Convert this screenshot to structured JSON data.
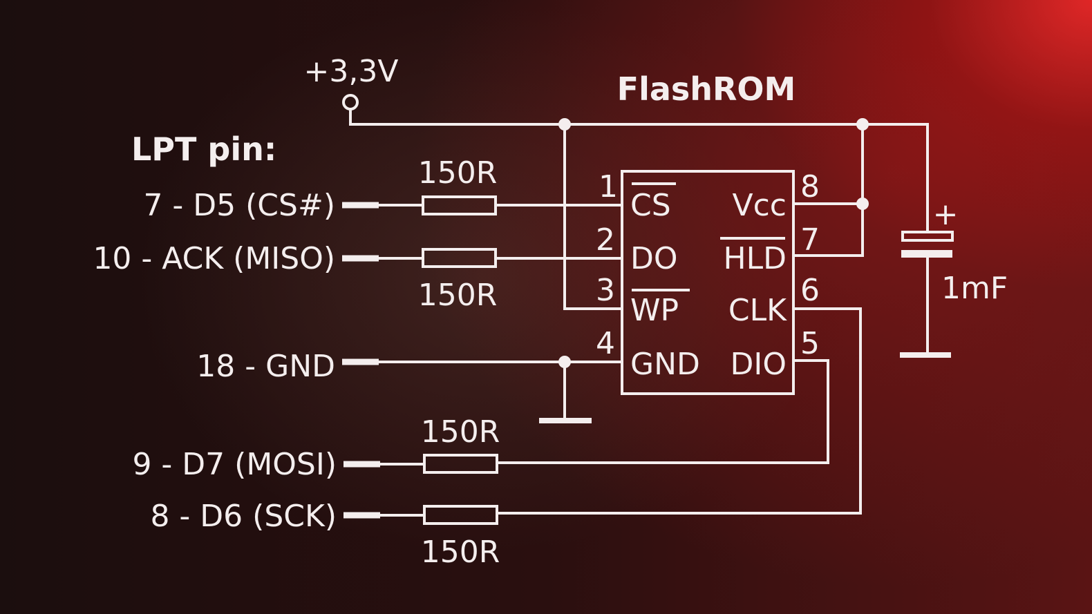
{
  "title": "FlashROM",
  "supply_label": "+3,3V",
  "lpt_header": "LPT pin:",
  "lpt_pins": {
    "cs": "7 - D5 (CS#)",
    "miso": "10 - ACK (MISO)",
    "gnd": "18 - GND",
    "mosi": "9 - D7 (MOSI)",
    "sck": "8 - D6 (SCK)"
  },
  "resistors": [
    "150R",
    "150R",
    "150R",
    "150R"
  ],
  "chip": {
    "pin_numbers": [
      "1",
      "2",
      "3",
      "4",
      "5",
      "6",
      "7",
      "8"
    ],
    "pin_names": {
      "cs": "CS",
      "do": "DO",
      "wp": "WP",
      "gnd": "GND",
      "dio": "DIO",
      "clk": "CLK",
      "hld": "HLD",
      "vcc": "Vcc"
    }
  },
  "capacitor": {
    "value": "1mF",
    "polarity": "+"
  },
  "colors": {
    "line": "#f4eeee",
    "background": "#1b0e0e",
    "glow": "#e02828"
  }
}
